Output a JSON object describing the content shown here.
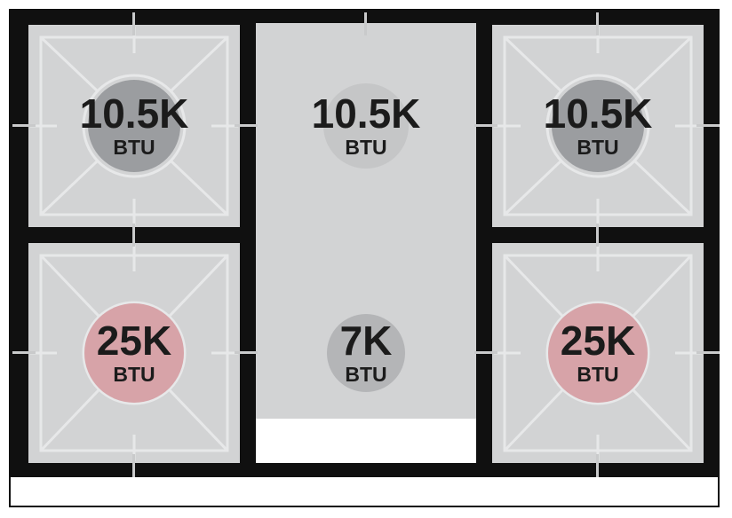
{
  "diagram": {
    "type": "range-cooktop-burner-layout",
    "description": "Six-position gas cooktop burner power diagram with center griddle column"
  },
  "colors": {
    "frame": "#101010",
    "surface": "#d2d3d4",
    "grate_line": "#e7e8e9",
    "cap_gray_dark": "#9b9da0",
    "cap_gray_light": "#c5c6c7",
    "cap_gray_medium": "#b4b5b7",
    "cap_pink": "#d7a3a8",
    "text": "#1b1b1b"
  },
  "burners": [
    {
      "position": "top-left",
      "rating": "10.5K",
      "unit": "BTU"
    },
    {
      "position": "top-center",
      "rating": "10.5K",
      "unit": "BTU"
    },
    {
      "position": "top-right",
      "rating": "10.5K",
      "unit": "BTU"
    },
    {
      "position": "bottom-left",
      "rating": "25K",
      "unit": "BTU"
    },
    {
      "position": "bottom-center",
      "rating": "7K",
      "unit": "BTU"
    },
    {
      "position": "bottom-right",
      "rating": "25K",
      "unit": "BTU"
    }
  ]
}
